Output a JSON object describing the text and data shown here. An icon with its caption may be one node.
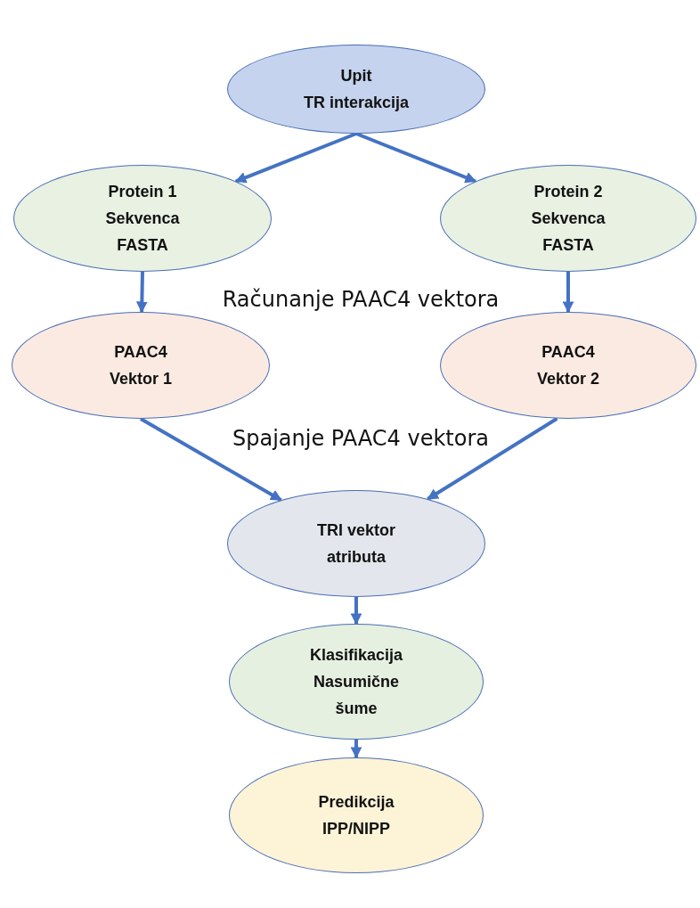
{
  "diagram": {
    "nodes": [
      {
        "text": [
          "Upit",
          "TR interakcija"
        ]
      },
      {
        "text": [
          "Protein 1",
          "Sekvenca",
          "FASTA"
        ]
      },
      {
        "text": [
          "Protein 2",
          "Sekvenca",
          "FASTA"
        ]
      },
      {
        "text": [
          "PAAC4",
          "Vektor 1"
        ]
      },
      {
        "text": [
          "PAAC4",
          "Vektor 2"
        ]
      },
      {
        "text": [
          "TRI vektor",
          "atributa"
        ]
      },
      {
        "text": [
          "Klasifikacija",
          "Nasumične",
          "šume"
        ]
      },
      {
        "text": [
          "Predikcija",
          "IPP/NIPP"
        ]
      }
    ],
    "edges": [
      {
        "from": 0,
        "to": 1,
        "arrow": "to"
      },
      {
        "from": 0,
        "to": 2,
        "arrow": "to"
      },
      {
        "from": 1,
        "to": 3,
        "arrow": "to"
      },
      {
        "from": 2,
        "to": 4,
        "arrow": "to"
      },
      {
        "from": 3,
        "to": 5,
        "arrow": "to"
      },
      {
        "from": 4,
        "to": 5,
        "arrow": "to"
      },
      {
        "from": 5,
        "to": 6,
        "arrow": "to"
      },
      {
        "from": 6,
        "to": 7,
        "arrow": "to"
      }
    ],
    "labels": [
      "Računanje PAAC4 vektora",
      "Spajanje PAAC4 vektora"
    ]
  }
}
